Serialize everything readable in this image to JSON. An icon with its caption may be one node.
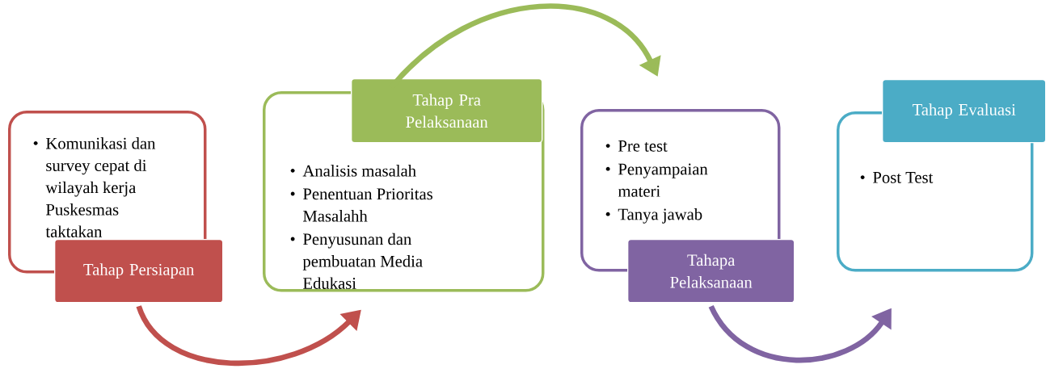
{
  "diagram": {
    "nodes": [
      {
        "text": [
          "Komunikasi dan survey cepat di wilayah kerja Puskesmas taktakan"
        ]
      },
      {
        "text": [
          "Tahap Persiapan"
        ]
      },
      {
        "text": [
          "Analisis masalah",
          "Penentuan Prioritas Masalahh",
          "Penyusunan dan pembuatan Media Edukasi"
        ]
      },
      {
        "text": [
          "Tahap Pra Pelaksanaan"
        ]
      },
      {
        "text": [
          "Pre test",
          "Penyampaian materi",
          "Tanya jawab"
        ]
      },
      {
        "text": [
          "Tahapa Pelaksanaan"
        ]
      },
      {
        "text": [
          "Post Test"
        ]
      },
      {
        "text": [
          "Tahap Evaluasi"
        ]
      }
    ],
    "edges": [
      {
        "from": 1,
        "to": 2,
        "arrow": "to",
        "color": "#c0504d"
      },
      {
        "from": 2,
        "to": 4,
        "arrow": "to",
        "color": "#9bbb59"
      },
      {
        "from": 5,
        "to": 6,
        "arrow": "to",
        "color": "#8064a2"
      }
    ]
  }
}
